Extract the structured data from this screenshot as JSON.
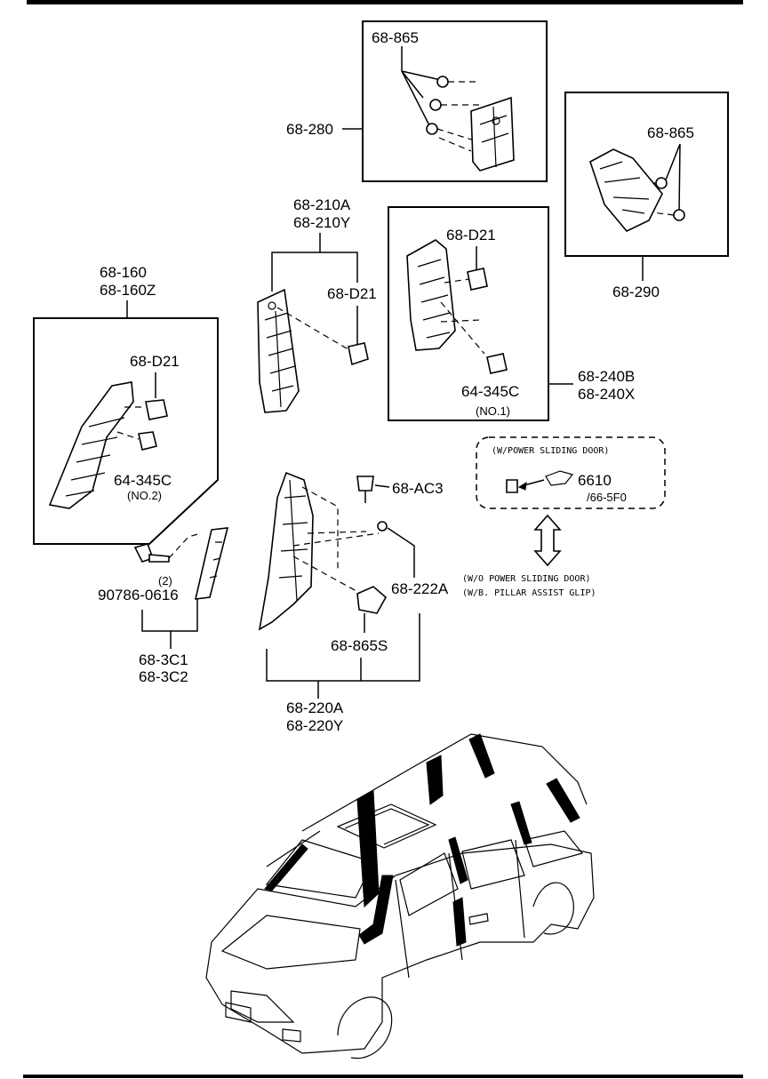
{
  "labels": {
    "p68_865_top": "68-865",
    "p68_280": "68-280",
    "p68_865_right": "68-865",
    "p68_290": "68-290",
    "p68_210a": "68-210A",
    "p68_210y": "68-210Y",
    "p68_d21_mid": "68-D21",
    "p68_d21_box": "68-D21",
    "p64_345c_no1": "64-345C",
    "no1": "(NO.1)",
    "p68_240b": "68-240B",
    "p68_240x": "68-240X",
    "p68_160": "68-160",
    "p68_160z": "68-160Z",
    "p68_d21_left": "68-D21",
    "p64_345c_no2": "64-345C",
    "no2": "(NO.2)",
    "qty2": "(2)",
    "p90786": "90786-0616",
    "p68_3c1": "68-3C1",
    "p68_3c2": "68-3C2",
    "p68_ac3": "68-AC3",
    "p68_222a": "68-222A",
    "p68_865s": "68-865S",
    "p68_220a": "68-220A",
    "p68_220y": "68-220Y",
    "power_door_title": "(W/POWER SLIDING DOOR)",
    "p6610": "6610",
    "p66_5f0": "/66-5F0",
    "no_power_1": "(W/O POWER SLIDING DOOR)",
    "no_power_2": "(W/B. PILLAR ASSIST GLIP)"
  }
}
